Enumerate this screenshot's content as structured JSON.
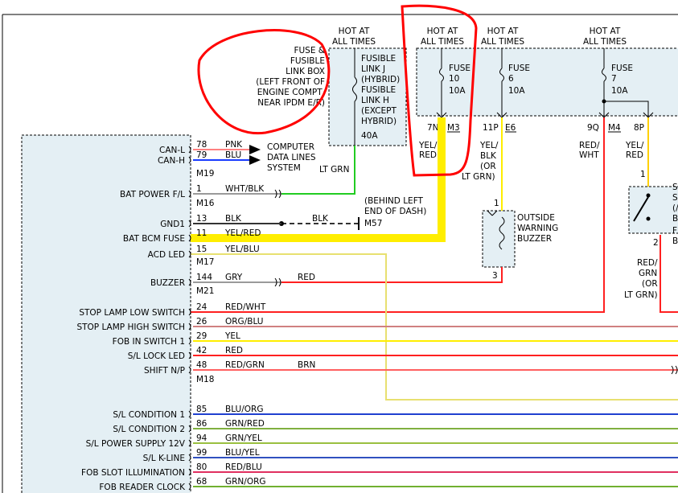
{
  "header": {
    "hot1": [
      "HOT AT",
      "ALL TIMES"
    ],
    "hot2": [
      "HOT AT",
      "ALL TIMES"
    ],
    "hot3": [
      "HOT AT",
      "ALL TIMES"
    ],
    "hot4": [
      "HOT AT",
      "ALL TIMES"
    ]
  },
  "fuse_box_label": [
    "FUSE &",
    "FUSIBLE",
    "LINK BOX",
    "(LEFT FRONT OF",
    "ENGINE COMPT,",
    "NEAR IPDM E/R)"
  ],
  "fusible_link": [
    "FUSIBLE",
    "LINK J",
    "(HYBRID)",
    "FUSIBLE",
    "LINK H",
    "(EXCEPT",
    "HYBRID)",
    "40A"
  ],
  "fuse10": [
    "FUSE",
    "10",
    "10A"
  ],
  "fuse6": [
    "FUSE",
    "6",
    "10A"
  ],
  "fuse7": [
    "FUSE",
    "7",
    "10A"
  ],
  "pins_top": {
    "p7N": "7N",
    "pM3": "M3",
    "p11P": "11P",
    "pE6": "E6",
    "p9Q": "9Q",
    "pM4": "M4",
    "p8P": "8P"
  },
  "wire_labels_top": {
    "yel_red": [
      "YEL/",
      "RED"
    ],
    "yel_blk": [
      "YEL/",
      "BLK",
      "(OR",
      "LT GRN)"
    ],
    "red_wht": [
      "RED/",
      "WHT"
    ],
    "yel_red2": [
      "YEL/",
      "RED"
    ],
    "lt_grn": "LT GRN"
  },
  "computer_data": [
    "COMPUTER",
    "DATA LINES",
    "SYSTEM"
  ],
  "behind_dash": [
    "(BEHIND LEFT",
    "END OF DASH)",
    "M57"
  ],
  "buzzer_label": [
    "OUTSIDE",
    "WARNING",
    "BUZZER"
  ],
  "buzzer_pins": {
    "top": "1",
    "bottom": "3"
  },
  "right_switch": {
    "pin_top": "1",
    "pin_bottom": "2",
    "letters": [
      "S",
      "S",
      "(/",
      "B",
      "F",
      "B"
    ],
    "wire_below": [
      "RED/",
      "GRN",
      "(OR",
      "LT GRN)"
    ]
  },
  "connectors": [
    "M19",
    "M16",
    "M17",
    "M21",
    "M18"
  ],
  "rows": [
    {
      "label": "CAN-L",
      "pin": "78",
      "wire": "PNK",
      "color": "#ff8080"
    },
    {
      "label": "CAN-H",
      "pin": "79",
      "wire": "BLU",
      "color": "#1a3cff"
    },
    {
      "label": "BAT POWER F/L",
      "pin": "1",
      "wire": "WHT/BLK",
      "color": "#9a9a9a"
    },
    {
      "label": "GND1",
      "pin": "13",
      "wire": "BLK",
      "color": "#333333",
      "wire2": "BLK"
    },
    {
      "label": "BAT BCM FUSE",
      "pin": "11",
      "wire": "YEL/RED",
      "color": "#ffff00"
    },
    {
      "label": "ACD LED",
      "pin": "15",
      "wire": "YEL/BLU",
      "color": "#e8e070"
    },
    {
      "label": "BUZZER",
      "pin": "144",
      "wire": "GRY",
      "color": "#9a9a9a",
      "wire2": "RED"
    },
    {
      "label": "STOP LAMP LOW SWITCH",
      "pin": "24",
      "wire": "RED/WHT",
      "color": "#ff3030"
    },
    {
      "label": "STOP LAMP HIGH SWITCH",
      "pin": "26",
      "wire": "ORG/BLU",
      "color": "#d08080"
    },
    {
      "label": "FOB IN SWITCH 1",
      "pin": "29",
      "wire": "YEL",
      "color": "#ffee00"
    },
    {
      "label": "S/L LOCK LED",
      "pin": "42",
      "wire": "RED",
      "color": "#ff2020"
    },
    {
      "label": "SHIFT N/P",
      "pin": "48",
      "wire": "RED/GRN",
      "color": "#ff6060",
      "wire2": "BRN"
    },
    {
      "label": "S/L CONDITION 1",
      "pin": "85",
      "wire": "BLU/ORG",
      "color": "#2040d0"
    },
    {
      "label": "S/L CONDITION 2",
      "pin": "86",
      "wire": "GRN/RED",
      "color": "#80b040"
    },
    {
      "label": "S/L POWER SUPPLY 12V",
      "pin": "94",
      "wire": "GRN/YEL",
      "color": "#9ac040"
    },
    {
      "label": "S/L K-LINE",
      "pin": "99",
      "wire": "BLU/YEL",
      "color": "#3050c0"
    },
    {
      "label": "FOB SLOT ILLUMINATION",
      "pin": "80",
      "wire": "RED/BLU",
      "color": "#e03060"
    },
    {
      "label": "FOB READER CLOCK",
      "pin": "68",
      "wire": "GRN/ORG",
      "color": "#70b030"
    }
  ],
  "colors": {
    "module_fill": "#e4eff4",
    "highlight_yellow": "#ffee00",
    "annotation_red": "#ff0000",
    "green_wire": "#22cc22"
  }
}
